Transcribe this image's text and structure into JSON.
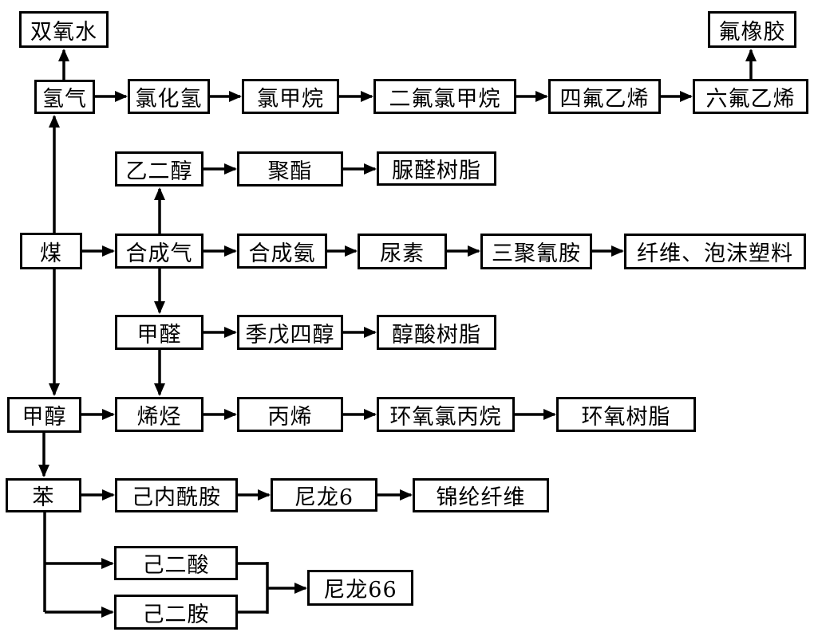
{
  "diagram_title": "",
  "accent_colors": {
    "line": "#000000",
    "box_background": "#ffffff",
    "text": "#000000"
  },
  "nodes": {
    "hydrogen_peroxide": {
      "label": "双氧水"
    },
    "fluororubber": {
      "label": "氟橡胶"
    },
    "hydrogen": {
      "label": "氢气"
    },
    "hydrogen_chloride": {
      "label": "氯化氢"
    },
    "chloromethane": {
      "label": "氯甲烷"
    },
    "difluorochloromethane": {
      "label": "二氟氯甲烷"
    },
    "tetrafluoroethylene": {
      "label": "四氟乙烯"
    },
    "hexafluoroethylene": {
      "label": "六氟乙烯"
    },
    "ethylene_glycol": {
      "label": "乙二醇"
    },
    "polyester": {
      "label": "聚酯"
    },
    "urea_formaldehyde_resin": {
      "label": "脲醛树脂"
    },
    "coal": {
      "label": "煤"
    },
    "syngas": {
      "label": "合成气"
    },
    "synthetic_ammonia": {
      "label": "合成氨"
    },
    "urea": {
      "label": "尿素"
    },
    "melamine": {
      "label": "三聚氰胺"
    },
    "fiber_foam_plastic": {
      "label": "纤维、泡沫塑料"
    },
    "formaldehyde": {
      "label": "甲醛"
    },
    "pentaerythritol": {
      "label": "季戊四醇"
    },
    "alkyd_resin": {
      "label": "醇酸树脂"
    },
    "methanol": {
      "label": "甲醇"
    },
    "olefins": {
      "label": "烯烃"
    },
    "propylene": {
      "label": "丙烯"
    },
    "epichlorohydrin": {
      "label": "环氧氯丙烷"
    },
    "epoxy_resin": {
      "label": "环氧树脂"
    },
    "benzene": {
      "label": "苯"
    },
    "caprolactam": {
      "label": "己内酰胺"
    },
    "nylon6": {
      "label": "尼龙6"
    },
    "polyamide_fiber": {
      "label": "锦纶纤维"
    },
    "adipic_acid": {
      "label": "己二酸"
    },
    "hexamethylenediamine": {
      "label": "己二胺"
    },
    "nylon66": {
      "label": "尼龙66"
    }
  },
  "edges": [
    {
      "from": "氢气",
      "to": "双氧水"
    },
    {
      "from": "氢气",
      "to": "氯化氢"
    },
    {
      "from": "氯化氢",
      "to": "氯甲烷"
    },
    {
      "from": "氯甲烷",
      "to": "二氟氯甲烷"
    },
    {
      "from": "二氟氯甲烷",
      "to": "四氟乙烯"
    },
    {
      "from": "四氟乙烯",
      "to": "六氟乙烯"
    },
    {
      "from": "六氟乙烯",
      "to": "氟橡胶"
    },
    {
      "from": "煤",
      "to": "氢气"
    },
    {
      "from": "煤",
      "to": "合成气"
    },
    {
      "from": "煤",
      "to": "甲醇"
    },
    {
      "from": "合成气",
      "to": "乙二醇"
    },
    {
      "from": "合成气",
      "to": "合成氨"
    },
    {
      "from": "合成气",
      "to": "甲醛"
    },
    {
      "from": "乙二醇",
      "to": "聚酯"
    },
    {
      "from": "聚酯",
      "to": "脲醛树脂"
    },
    {
      "from": "合成氨",
      "to": "尿素"
    },
    {
      "from": "尿素",
      "to": "三聚氰胺"
    },
    {
      "from": "三聚氰胺",
      "to": "纤维、泡沫塑料"
    },
    {
      "from": "甲醛",
      "to": "季戊四醇"
    },
    {
      "from": "季戊四醇",
      "to": "醇酸树脂"
    },
    {
      "from": "甲醛",
      "to": "烯烃"
    },
    {
      "from": "甲醇",
      "to": "烯烃"
    },
    {
      "from": "烯烃",
      "to": "丙烯"
    },
    {
      "from": "丙烯",
      "to": "环氧氯丙烷"
    },
    {
      "from": "环氧氯丙烷",
      "to": "环氧树脂"
    },
    {
      "from": "甲醇",
      "to": "苯"
    },
    {
      "from": "苯",
      "to": "己内酰胺"
    },
    {
      "from": "己内酰胺",
      "to": "尼龙6"
    },
    {
      "from": "尼龙6",
      "to": "锦纶纤维"
    },
    {
      "from": "苯",
      "to": "己二酸"
    },
    {
      "from": "苯",
      "to": "己二胺"
    },
    {
      "from": "己二酸",
      "to": "尼龙66"
    },
    {
      "from": "己二胺",
      "to": "尼龙66"
    }
  ]
}
